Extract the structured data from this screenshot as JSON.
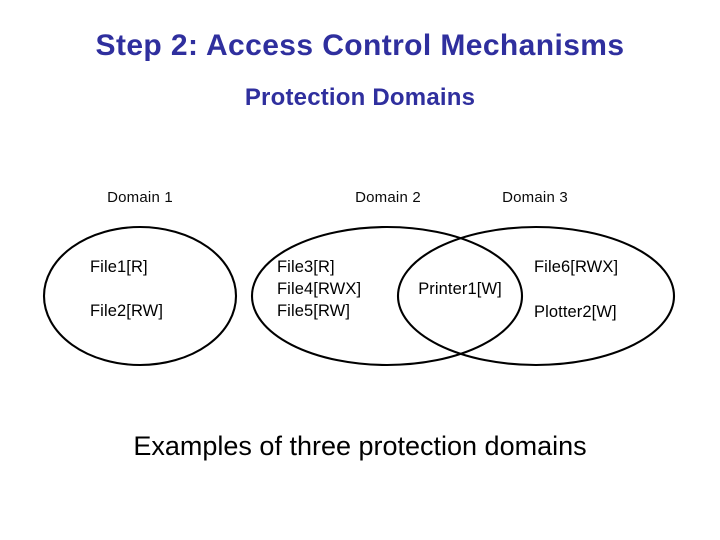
{
  "slide": {
    "title": "Step 2: Access Control Mechanisms",
    "subtitle": "Protection Domains",
    "caption": "Examples of three protection domains",
    "title_color": "#2f2f9e",
    "text_color": "#000000",
    "background_color": "#ffffff"
  },
  "diagram": {
    "type": "venn",
    "stroke_color": "#000000",
    "domains": [
      {
        "label": "Domain 1",
        "items": [
          "File1[R]",
          "File2[RW]"
        ]
      },
      {
        "label": "Domain 2",
        "items": [
          "File3[R]",
          "File4[RWX]",
          "File5[RW]"
        ]
      },
      {
        "label": "Domain 3",
        "items": [
          "File6[RWX]",
          "Plotter2[W]"
        ]
      }
    ],
    "intersection": {
      "between": [
        "Domain 2",
        "Domain 3"
      ],
      "items": [
        "Printer1[W]"
      ]
    }
  }
}
